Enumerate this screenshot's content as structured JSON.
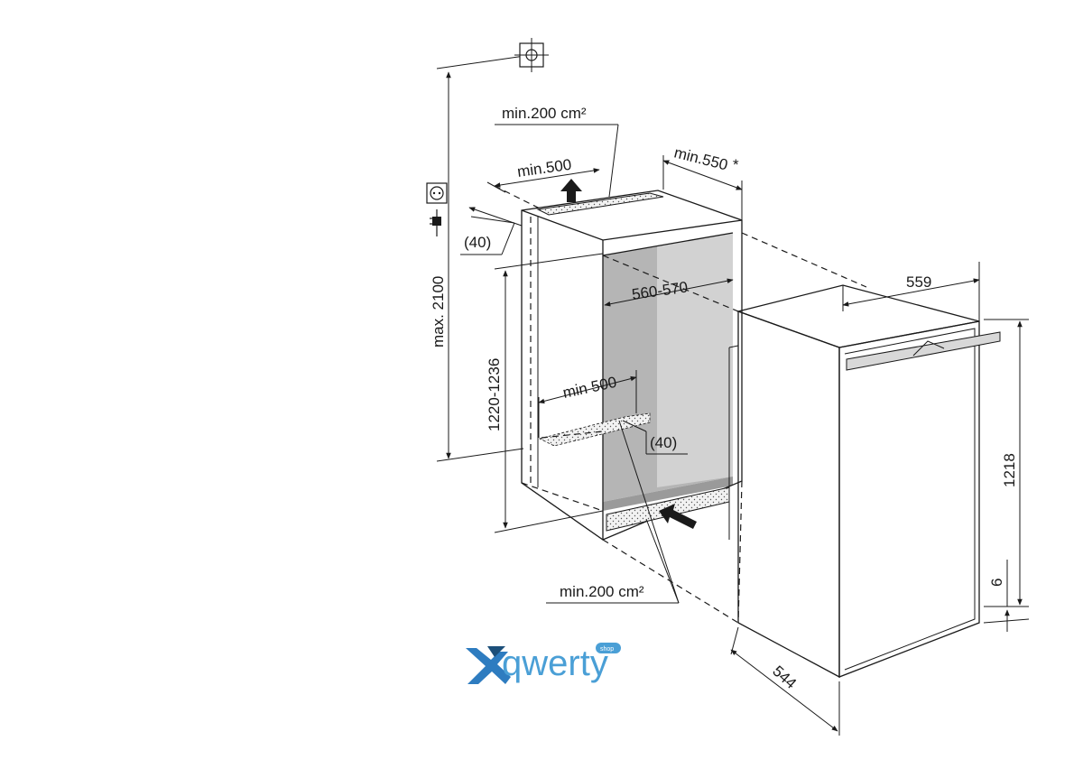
{
  "dimensions": {
    "max_height": "max. 2100",
    "niche_height": "1220-1236",
    "depth_min": "min.550",
    "depth_min_mark": "*",
    "vent_top_depth": "min.500",
    "vent_top_area": "min.200 cm²",
    "vent_offset_top": "(40)",
    "niche_width": "560-570",
    "vent_bottom_depth": "min 500",
    "vent_offset_bottom": "(40)",
    "vent_bottom_area": "min.200 cm²",
    "appliance_width": "559",
    "appliance_height": "1218",
    "appliance_gap": "6",
    "appliance_depth": "544"
  },
  "logo": {
    "name": "qwerty",
    "badge": "shop"
  },
  "colors": {
    "line": "#1a1a1a",
    "cavity_fill": "#b3b3b3",
    "cavity_side": "#d0d0d0",
    "logo_blue": "#4a9fd6",
    "logo_dark": "#1c4f7a"
  },
  "icons": [
    "level-target-icon",
    "power-socket-icon",
    "power-plug-icon",
    "vent-arrow-up-icon",
    "vent-arrow-in-icon"
  ]
}
